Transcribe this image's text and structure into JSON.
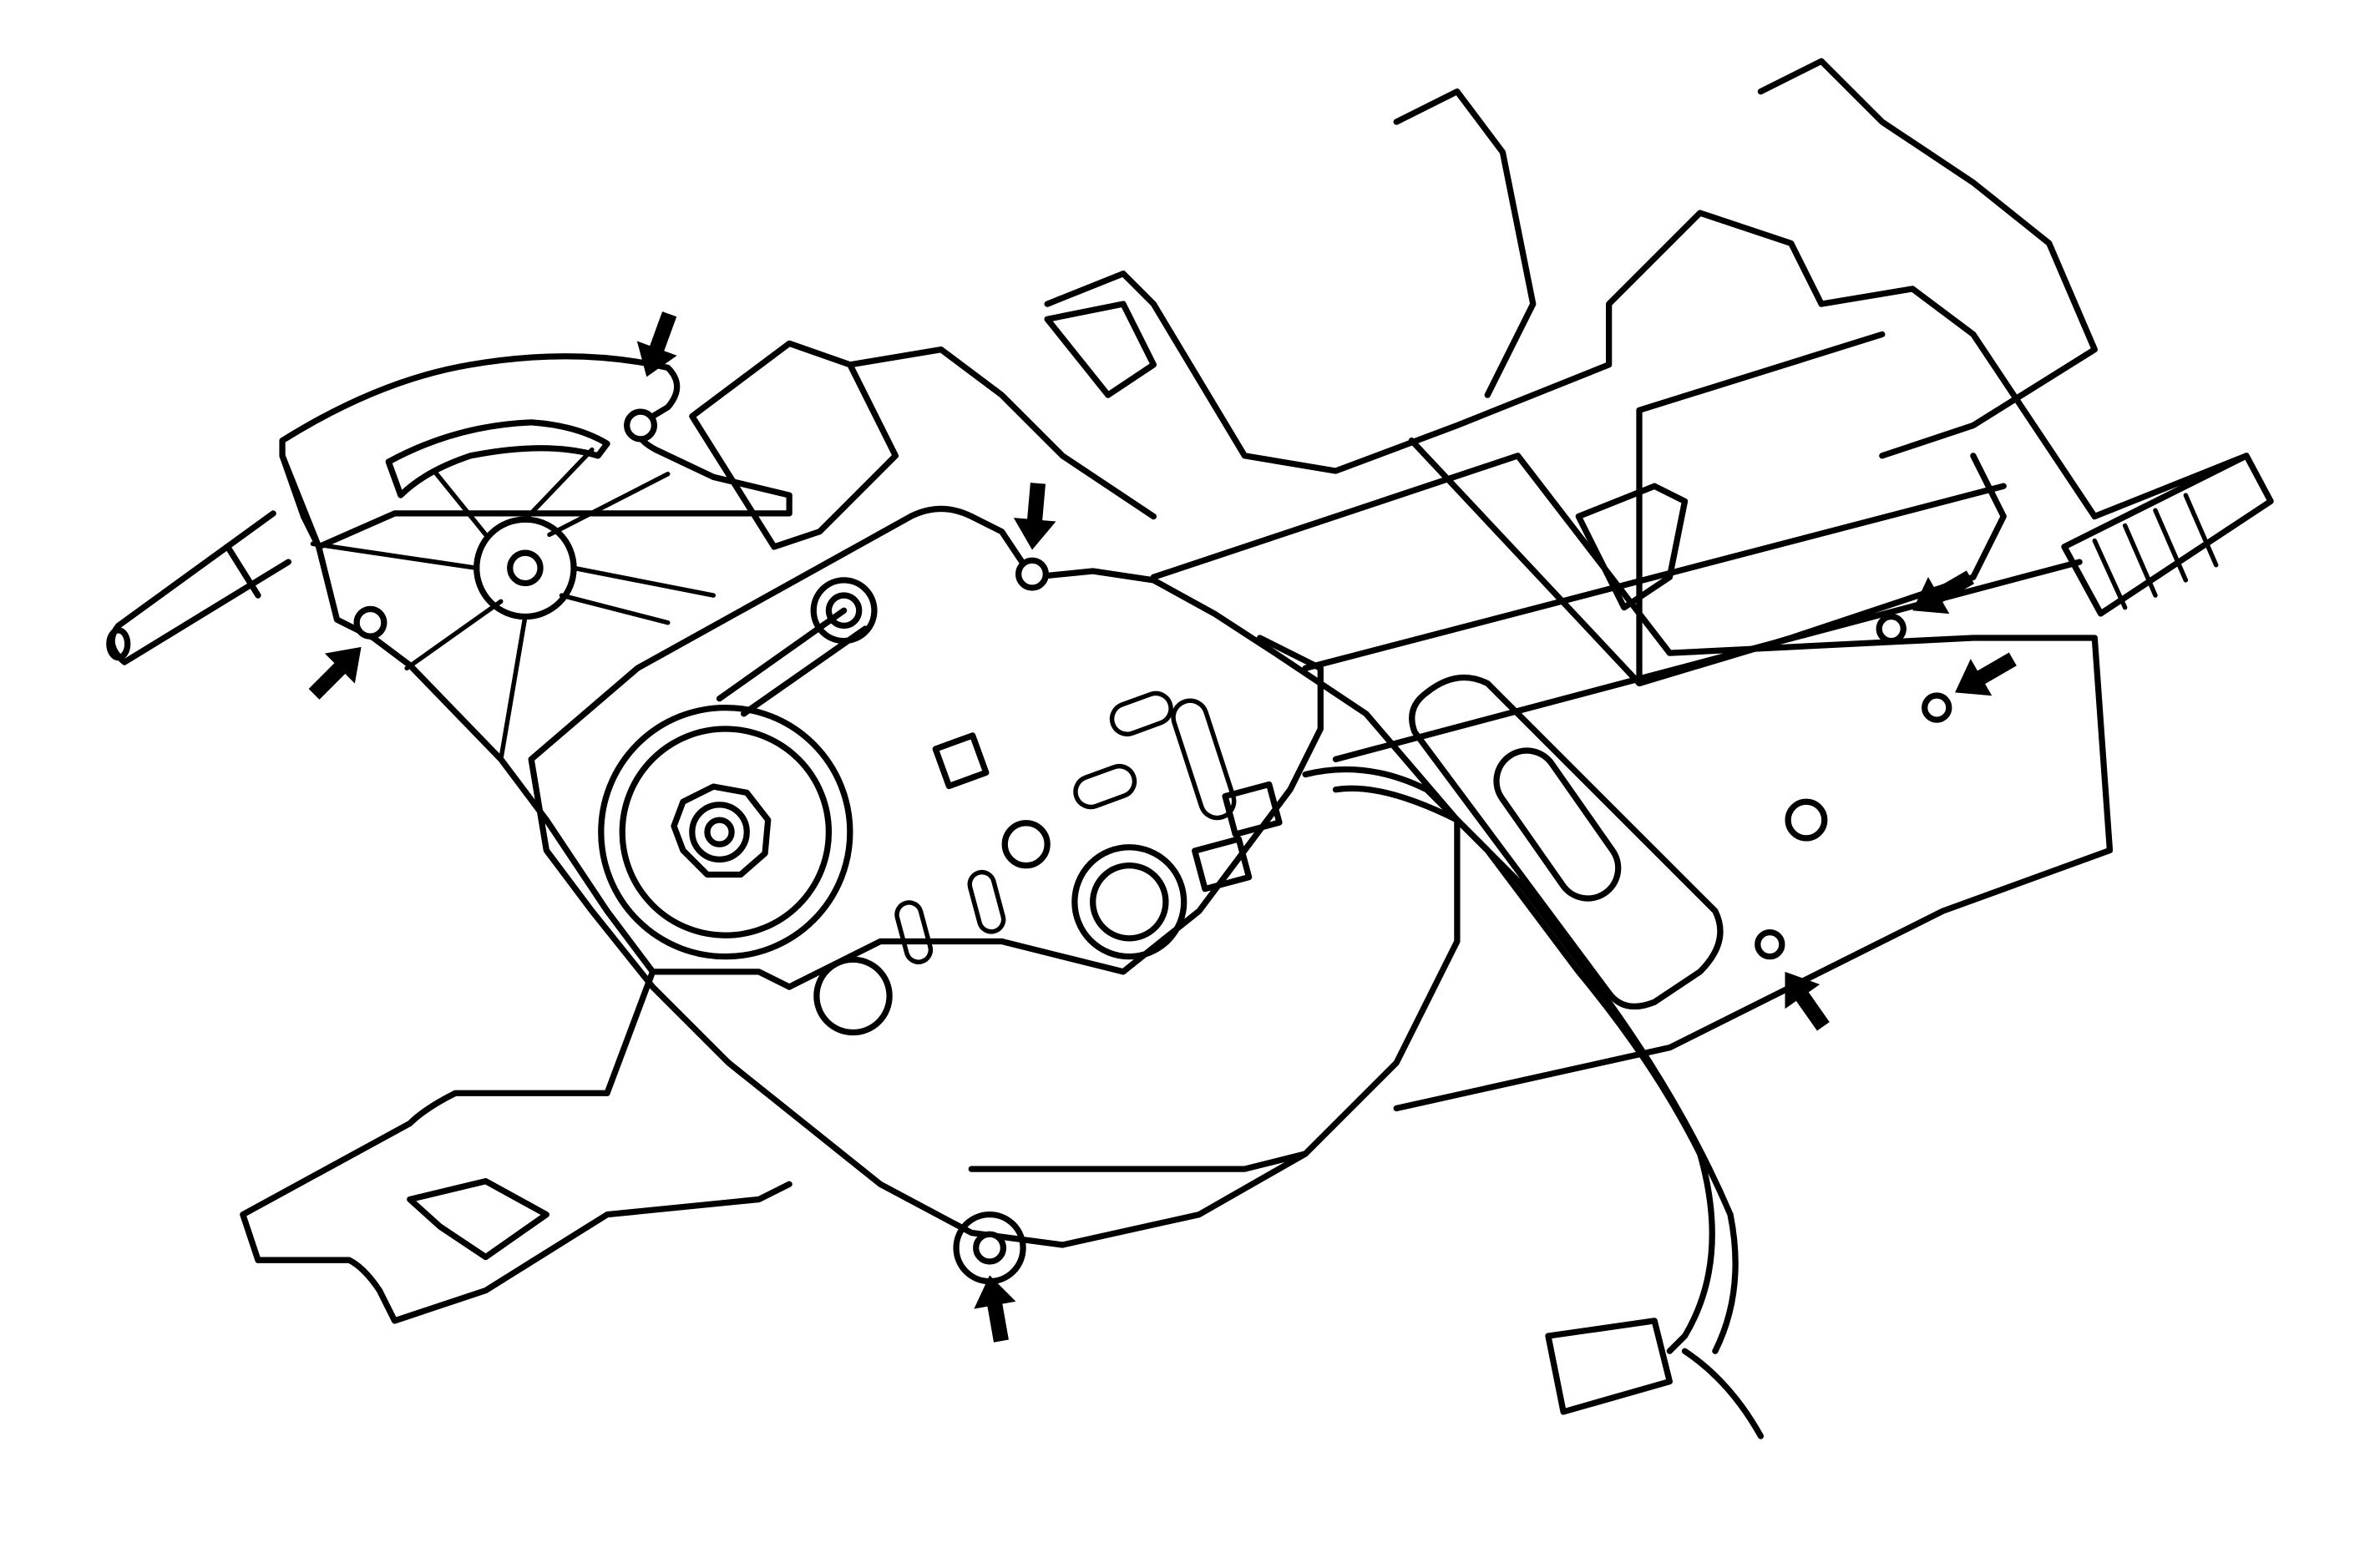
{
  "diagram": {
    "colors": {
      "line": "#000000",
      "background": "#ffffff",
      "arrow": "#000000"
    },
    "callouts": [
      {
        "id": "fastener-top-left",
        "icon": "arrow-icon"
      },
      {
        "id": "fastener-left",
        "icon": "arrow-icon"
      },
      {
        "id": "fastener-top-center",
        "icon": "arrow-icon"
      },
      {
        "id": "fastener-bottom-center",
        "icon": "arrow-icon"
      },
      {
        "id": "fastener-right-lower",
        "icon": "arrow-icon"
      },
      {
        "id": "fastener-right-upper-1",
        "icon": "arrow-icon"
      },
      {
        "id": "fastener-right-upper-2",
        "icon": "arrow-icon"
      }
    ]
  }
}
